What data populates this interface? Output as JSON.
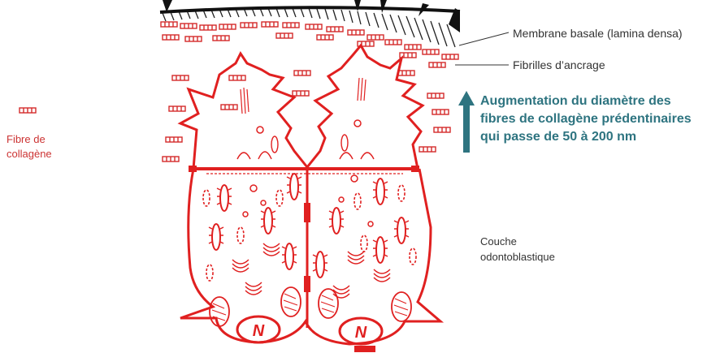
{
  "legend": {
    "line1": "Fibre de",
    "line2": "collagène"
  },
  "labels": {
    "membrane": "Membrane basale (lamina densa)",
    "fibrilles": "Fibrilles d’ancrage",
    "augment_1": "Augmentation du diamètre des",
    "augment_2": "fibres de collagène prédentinaires",
    "augment_3": "qui passe de 50 à 200 nm",
    "couche_1": "Couche",
    "couche_2": "odontoblastique"
  },
  "cell_nucleus_label": "N",
  "colors": {
    "cell": "#e02020",
    "fiber": "#d42a2a",
    "arrow": "#2e7480",
    "text": "#333333",
    "legend_text": "#cc3333"
  }
}
